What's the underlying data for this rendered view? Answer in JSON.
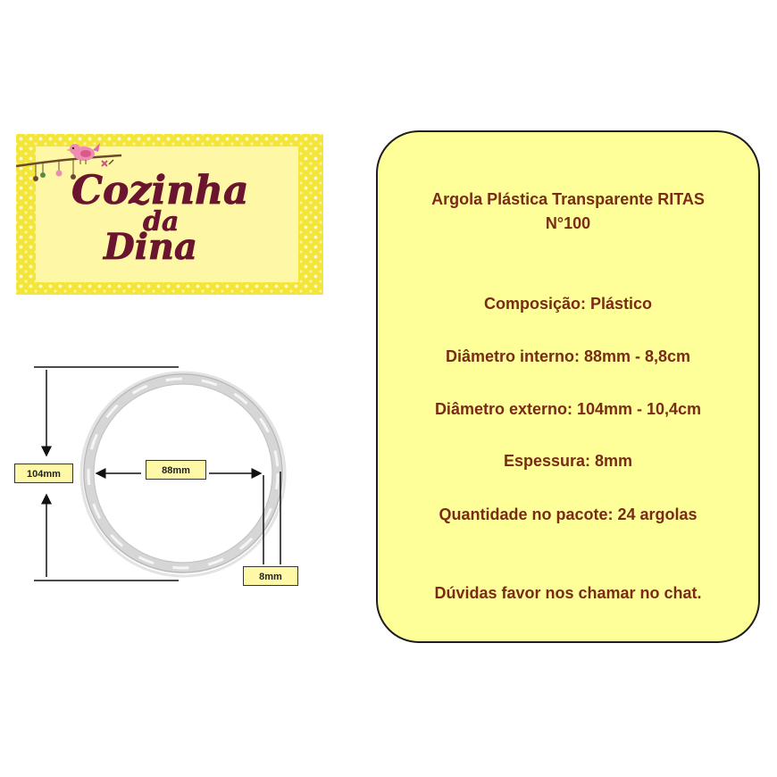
{
  "logo": {
    "line1": "Cozinha",
    "line2": "da",
    "line3": "Dina",
    "text_color": "#6b1430",
    "banner_color": "#f3e53a",
    "inner_color": "#fdf7a6"
  },
  "diagram": {
    "outer_diameter_label": "104mm",
    "inner_diameter_label": "88mm",
    "thickness_label": "8mm"
  },
  "card": {
    "title_line1": "Argola Plástica Transparente RITAS",
    "title_line2": "N°100",
    "composition": "Composição: Plástico",
    "inner_diameter": "Diâmetro interno: 88mm - 8,8cm",
    "outer_diameter": "Diâmetro externo: 104mm - 10,4cm",
    "thickness": "Espessura: 8mm",
    "quantity": "Quantidade no pacote: 24 argolas",
    "contact": "Dúvidas favor nos chamar no chat.",
    "text_color": "#7a2b14",
    "background": "#ffff99"
  }
}
